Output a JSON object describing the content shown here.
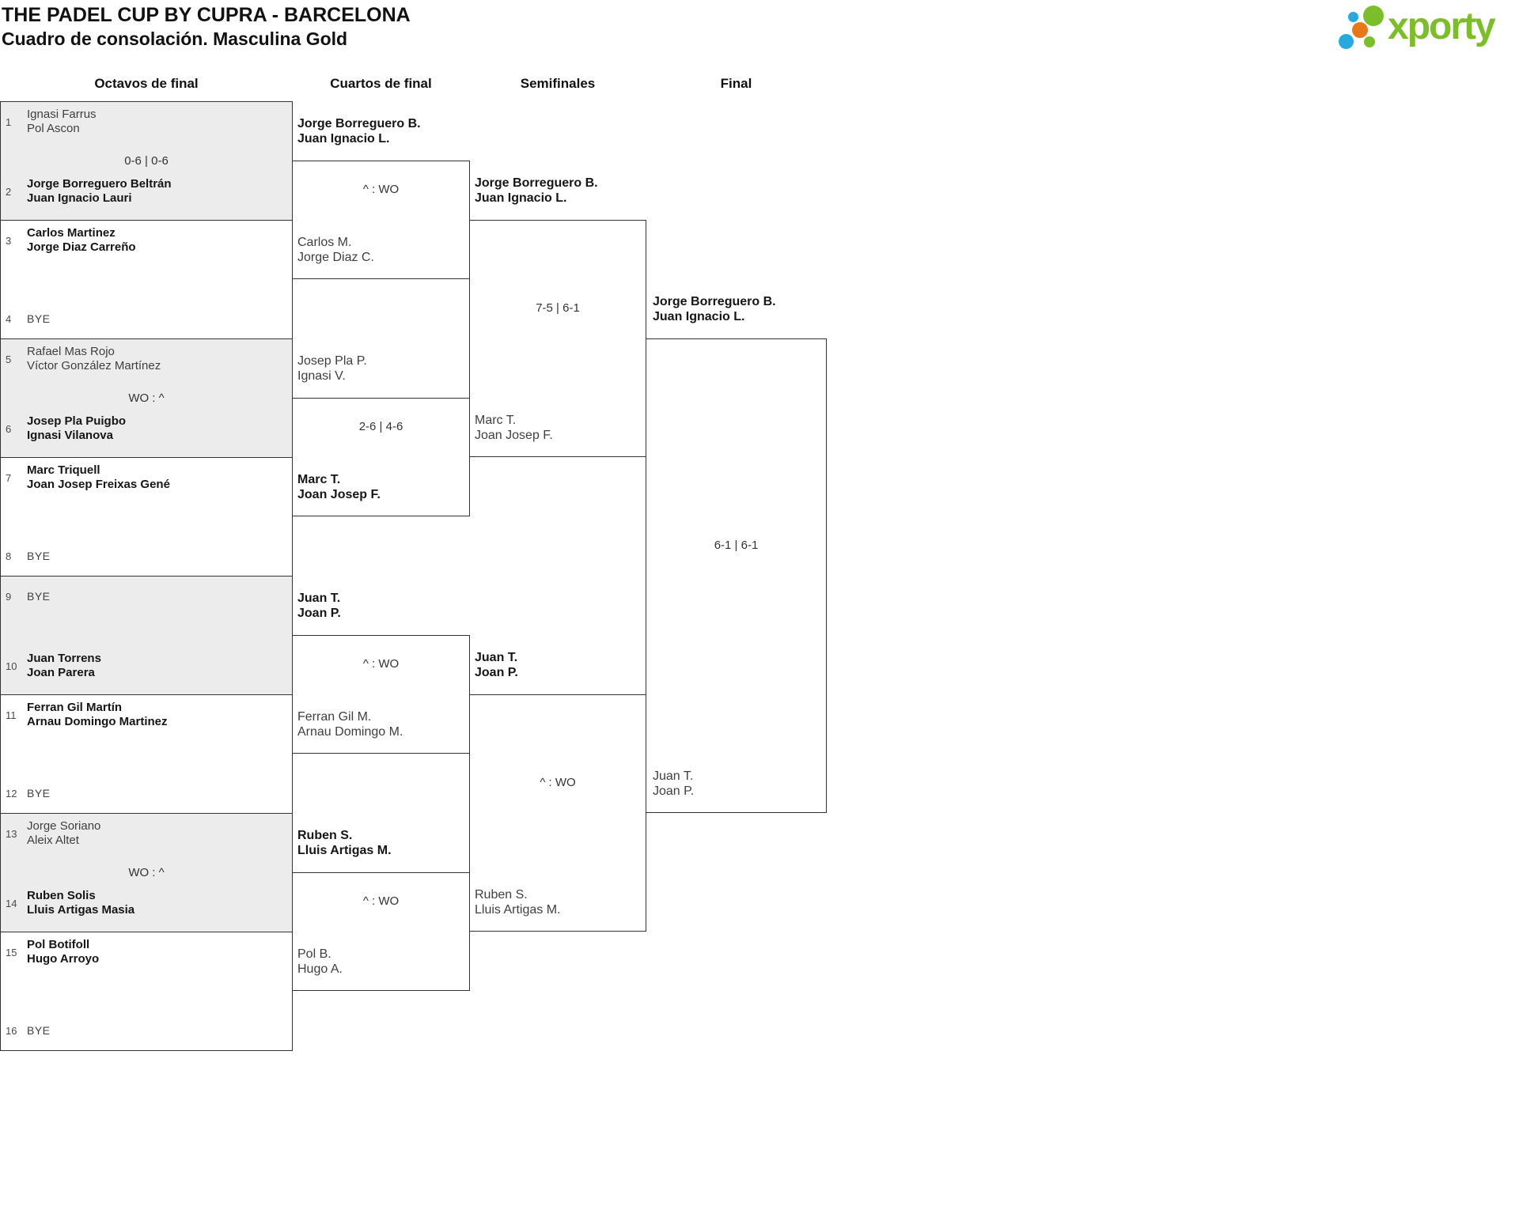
{
  "header": {
    "title": "THE PADEL CUP BY CUPRA - BARCELONA",
    "subtitle": "Cuadro de consolación. Masculina Gold",
    "logo_text": "xporty"
  },
  "round_headers": [
    "Octavos de final",
    "Cuartos de final",
    "Semifinales",
    "Final"
  ],
  "colors": {
    "brand_green": "#7bbd2b",
    "brand_blue": "#29a8e0",
    "brand_orange": "#e87818",
    "bracket_line": "#333333",
    "match_alt_bg": "#ececec"
  },
  "rounds": {
    "r16": [
      {
        "pos_a": "1",
        "team_a": [
          "Ignasi Farrus",
          "Pol Ascon"
        ],
        "winner_a": false,
        "score": "0-6 | 0-6",
        "pos_b": "2",
        "team_b": [
          "Jorge Borreguero Beltrán",
          "Juan Ignacio Lauri"
        ],
        "winner_b": true
      },
      {
        "pos_a": "3",
        "team_a": [
          "Carlos Martinez",
          "Jorge Diaz Carreño"
        ],
        "winner_a": true,
        "score": "",
        "pos_b": "4",
        "team_b": [
          "BYE"
        ],
        "winner_b": false
      },
      {
        "pos_a": "5",
        "team_a": [
          "Rafael Mas Rojo",
          "Víctor González Martínez"
        ],
        "winner_a": false,
        "score": "WO : ^",
        "pos_b": "6",
        "team_b": [
          "Josep Pla Puigbo",
          "Ignasi Vilanova"
        ],
        "winner_b": true
      },
      {
        "pos_a": "7",
        "team_a": [
          "Marc Triquell",
          "Joan Josep Freixas Gené"
        ],
        "winner_a": true,
        "score": "",
        "pos_b": "8",
        "team_b": [
          "BYE"
        ],
        "winner_b": false
      },
      {
        "pos_a": "9",
        "team_a": [
          "BYE"
        ],
        "winner_a": false,
        "score": "",
        "pos_b": "10",
        "team_b": [
          "Juan Torrens",
          "Joan Parera"
        ],
        "winner_b": true
      },
      {
        "pos_a": "11",
        "team_a": [
          "Ferran Gil Martín",
          "Arnau Domingo Martinez"
        ],
        "winner_a": true,
        "score": "",
        "pos_b": "12",
        "team_b": [
          "BYE"
        ],
        "winner_b": false
      },
      {
        "pos_a": "13",
        "team_a": [
          "Jorge Soriano",
          "Aleix Altet"
        ],
        "winner_a": false,
        "score": "WO : ^",
        "pos_b": "14",
        "team_b": [
          "Ruben Solis",
          "Lluis Artigas Masia"
        ],
        "winner_b": true
      },
      {
        "pos_a": "15",
        "team_a": [
          "Pol Botifoll",
          "Hugo Arroyo"
        ],
        "winner_a": true,
        "score": "",
        "pos_b": "16",
        "team_b": [
          "BYE"
        ],
        "winner_b": false
      }
    ],
    "qf": [
      {
        "team_a": [
          "Jorge Borreguero B.",
          "Juan Ignacio L."
        ],
        "winner_a": true,
        "score": "^ : WO",
        "team_b": [
          "Carlos M.",
          "Jorge Diaz C."
        ],
        "winner_b": false
      },
      {
        "team_a": [
          "Josep Pla P.",
          "Ignasi V."
        ],
        "winner_a": false,
        "score": "2-6 | 4-6",
        "team_b": [
          "Marc T.",
          "Joan Josep F."
        ],
        "winner_b": true
      },
      {
        "team_a": [
          "Juan T.",
          "Joan P."
        ],
        "winner_a": true,
        "score": "^ : WO",
        "team_b": [
          "Ferran Gil M.",
          "Arnau Domingo M."
        ],
        "winner_b": false
      },
      {
        "team_a": [
          "Ruben S.",
          "Lluis Artigas M."
        ],
        "winner_a": true,
        "score": "^ : WO",
        "team_b": [
          "Pol B.",
          "Hugo A."
        ],
        "winner_b": false
      }
    ],
    "sf": [
      {
        "team_a": [
          "Jorge Borreguero B.",
          "Juan Ignacio L."
        ],
        "winner_a": true,
        "score": "7-5 | 6-1",
        "team_b": [
          "Marc T.",
          "Joan Josep F."
        ],
        "winner_b": false
      },
      {
        "team_a": [
          "Juan T.",
          "Joan P."
        ],
        "winner_a": true,
        "score": "^ : WO",
        "team_b": [
          "Ruben S.",
          "Lluis Artigas M."
        ],
        "winner_b": false
      }
    ],
    "final": {
      "team_a": [
        "Jorge Borreguero B.",
        "Juan Ignacio L."
      ],
      "winner_a": true,
      "score": "6-1 | 6-1",
      "team_b": [
        "Juan T.",
        "Joan P."
      ],
      "winner_b": false
    }
  }
}
